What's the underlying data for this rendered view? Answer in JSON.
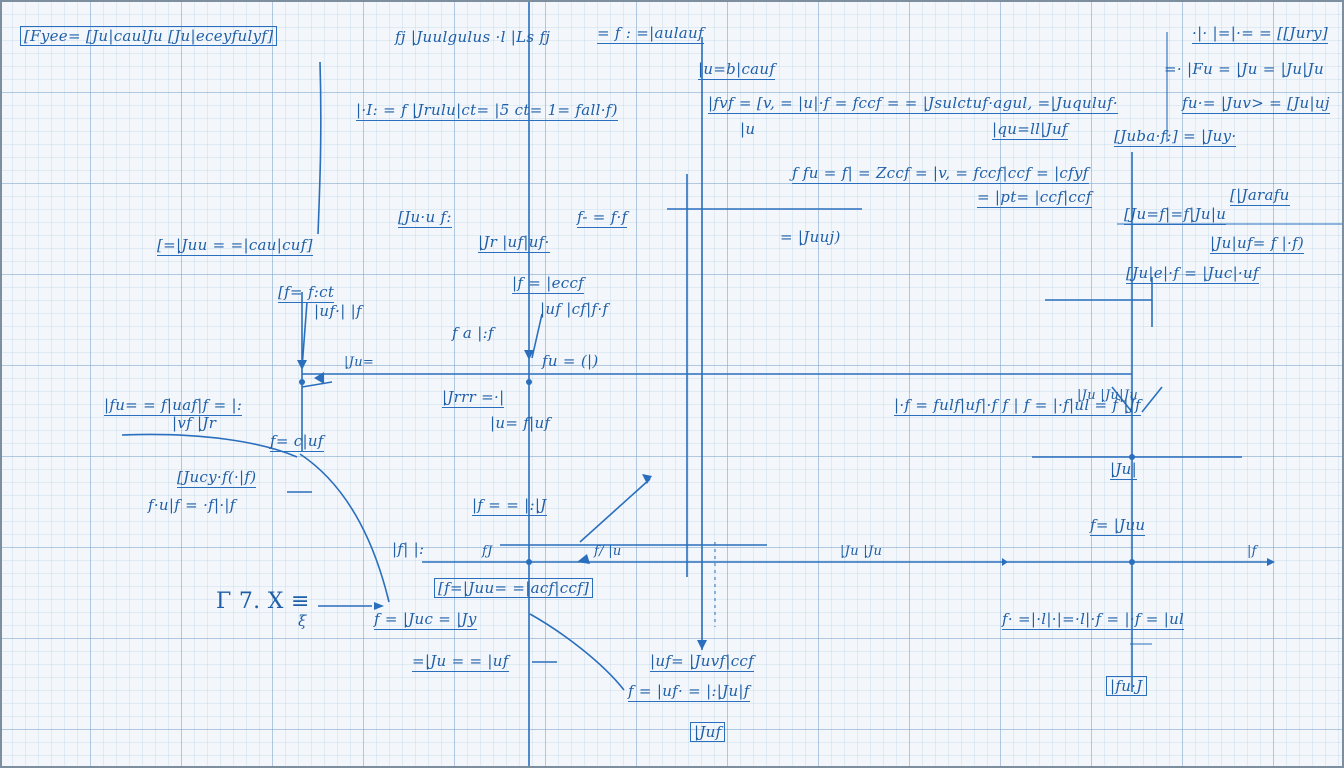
{
  "equations": [
    {
      "id": "eq-top-left",
      "text": "[Fyee= [Ju|caulJu [Ju|eceyfulyf]",
      "box": true
    },
    {
      "id": "eq-top-mid",
      "text": "fj |Juulgulus ·l |Ls fj",
      "ul": false
    },
    {
      "id": "eq-top-mid-2",
      "text": "= f : =|aulauf",
      "ul": true
    },
    {
      "id": "eq-top-mid-3",
      "text": "|u=b|cauf",
      "ul": true
    },
    {
      "id": "eq-row2-left",
      "text": "|·I: = f |Jrulu|ct= |5 ct= 1= fall·f)",
      "ul": true
    },
    {
      "id": "eq-row2-mid",
      "text": "|fvf = [v, = |u|·f = fccf = = |Jsulctuf·agul, =|Juquluf·",
      "ul": true
    },
    {
      "id": "eq-row2-mid-b",
      "text": "|u",
      "ul": false
    },
    {
      "id": "eq-row2-right-a",
      "text": "|qu=ll|Juf",
      "ul": true
    },
    {
      "id": "eq-top-right-1",
      "text": "·|· |=|·= = [[Jury]",
      "ul": true
    },
    {
      "id": "eq-top-right-2",
      "text": "=· |Fu = |Ju = |Ju|Ju",
      "ul": false
    },
    {
      "id": "eq-top-right-3",
      "text": "fu·= |Juv> = [Ju|uj",
      "ul": true
    },
    {
      "id": "eq-top-right-4",
      "text": "[Juba·f:] = |Juy·",
      "ul": true
    },
    {
      "id": "eq-mid-1",
      "text": "ƒ fu =  f|  =  Zccf = |v, = fccf|ccf = |cfyf",
      "ul": true
    },
    {
      "id": "eq-mid-2",
      "text": "= |pt= |ccf|ccf",
      "ul": true
    },
    {
      "id": "eq-mid-3",
      "text": "= |Juuj)",
      "ul": false
    },
    {
      "id": "eq-mid-right-1",
      "text": "[|Jarafu",
      "ul": true
    },
    {
      "id": "eq-mid-right-2",
      "text": "[Ju=f|=f|Ju|u",
      "ul": true
    },
    {
      "id": "eq-mid-right-3",
      "text": "|Ju|uf= f |·f)",
      "ul": true
    },
    {
      "id": "eq-mid-right-4",
      "text": "[Ju|e|·f = |Juc|·uf",
      "ul": true
    },
    {
      "id": "eq-left-1",
      "text": "[=|Juu = =|cau|cuf]",
      "ul": true
    },
    {
      "id": "eq-left-2",
      "text": "[f= f:ct",
      "ul": true
    },
    {
      "id": "eq-left-3",
      "text": "|uf·| |f",
      "ul": false
    },
    {
      "id": "eq-c-1",
      "text": "[Ju·u f:",
      "ul": true
    },
    {
      "id": "eq-c-2",
      "text": "f- = f·f",
      "ul": true
    },
    {
      "id": "eq-c-3",
      "text": "|Jr |uf|uf·",
      "ul": true
    },
    {
      "id": "eq-c-4",
      "text": "|f = |eccf",
      "ul": true
    },
    {
      "id": "eq-c-5",
      "text": "|uf |cf|f·f",
      "ul": false
    },
    {
      "id": "eq-c-6",
      "text": "f  a |:f",
      "ul": false
    },
    {
      "id": "eq-c-7",
      "text": "fu  =  (|)",
      "ul": false
    },
    {
      "id": "eq-c-8",
      "text": "|Ju=",
      "ul": false
    },
    {
      "id": "eq-left-4",
      "text": "|fu= = f|uaf|f = |:",
      "ul": true
    },
    {
      "id": "eq-left-5",
      "text": "|vf |Jr",
      "ul": true
    },
    {
      "id": "eq-left-6",
      "text": "|Jrrr =·|",
      "ul": true
    },
    {
      "id": "eq-left-7",
      "text": "|u= f|uf",
      "ul": true
    },
    {
      "id": "eq-left-8",
      "text": "f= c|uf",
      "ul": true
    },
    {
      "id": "eq-left-9",
      "text": "[Jucy·f(·|f)",
      "ul": true
    },
    {
      "id": "eq-left-10",
      "text": "f·u|f = ·f|·|f",
      "ul": false
    },
    {
      "id": "eq-lower-1",
      "text": "|f = = |:|J",
      "ul": true
    },
    {
      "id": "eq-lower-2",
      "text": "|f|  |:",
      "ul": false
    },
    {
      "id": "eq-lower-3",
      "text": "[f=|Juu= =|acf|ccf]",
      "box": true
    },
    {
      "id": "eq-lower-4",
      "text": "f = |Juc = |Jy",
      "ul": true
    },
    {
      "id": "eq-lower-5",
      "text": "=|Ju = = |uf",
      "ul": true
    },
    {
      "id": "eq-lower-6",
      "text": "|uf= |Juvf|ccf",
      "ul": true
    },
    {
      "id": "eq-lower-7",
      "text": "f = |uf· = |:|Ju|f",
      "ul": true
    },
    {
      "id": "eq-lower-8",
      "text": "|Juf",
      "box": true
    },
    {
      "id": "eq-right-5",
      "text": "|·f =  fulf|uf|·f  f  |  f  = |·f|ul = f |Jf",
      "ul": true
    },
    {
      "id": "eq-right-6",
      "text": "|Ju|",
      "ul": true
    },
    {
      "id": "eq-right-7",
      "text": "f= |Juu",
      "ul": true
    },
    {
      "id": "eq-right-8",
      "text": "f· =|·l|·|=·l|·f = |·f = |ul",
      "ul": true
    },
    {
      "id": "eq-right-9",
      "text": "|fu·J",
      "box": true
    },
    {
      "id": "eq-axis-1",
      "text": "|Ju |Ju",
      "ul": false
    },
    {
      "id": "eq-axis-2",
      "text": "f/  |u",
      "ul": false
    },
    {
      "id": "eq-axis-3",
      "text": "fJ",
      "ul": false
    },
    {
      "id": "eq-axis-4",
      "text": "|f",
      "ul": false
    },
    {
      "id": "eq-axis-5",
      "text": "|Ju |Ju|Ju",
      "ul": false
    }
  ],
  "big_label": {
    "text": "Γ 7. X ≡",
    "sub": "ξ"
  },
  "colors": {
    "ink": "#1f5fa8",
    "wire": "#2a6fbd",
    "paper": "#f3f7fb"
  }
}
